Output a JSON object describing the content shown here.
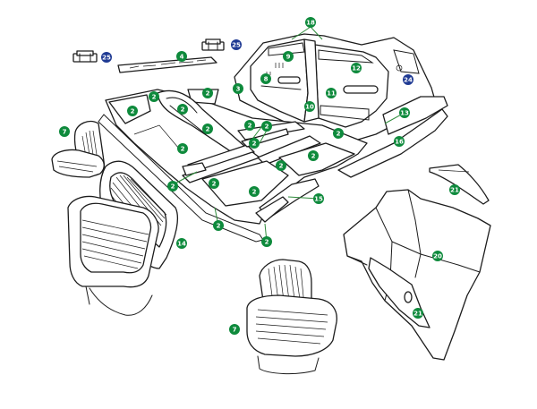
{
  "colors": {
    "green_callout": "#0e8a3c",
    "blue_callout": "#1f3a93",
    "outline": "#1c1c1c"
  },
  "callouts": [
    {
      "id": "c18",
      "label": "18",
      "color": "green"
    },
    {
      "id": "c25a",
      "label": "25",
      "color": "blue"
    },
    {
      "id": "c25b",
      "label": "25",
      "color": "blue"
    },
    {
      "id": "c4",
      "label": "4",
      "color": "green"
    },
    {
      "id": "c9",
      "label": "9",
      "color": "green"
    },
    {
      "id": "c8",
      "label": "8",
      "color": "green"
    },
    {
      "id": "c3",
      "label": "3",
      "color": "green"
    },
    {
      "id": "c12",
      "label": "12",
      "color": "green"
    },
    {
      "id": "c24",
      "label": "24",
      "color": "blue"
    },
    {
      "id": "c11",
      "label": "11",
      "color": "green"
    },
    {
      "id": "c10",
      "label": "10",
      "color": "green"
    },
    {
      "id": "c13",
      "label": "13",
      "color": "green"
    },
    {
      "id": "c16",
      "label": "16",
      "color": "green"
    },
    {
      "id": "c2a",
      "label": "2",
      "color": "green"
    },
    {
      "id": "c2b",
      "label": "2",
      "color": "green"
    },
    {
      "id": "c2c",
      "label": "2",
      "color": "green"
    },
    {
      "id": "c2d",
      "label": "2",
      "color": "green"
    },
    {
      "id": "c2e",
      "label": "2",
      "color": "green"
    },
    {
      "id": "c2f",
      "label": "2",
      "color": "green"
    },
    {
      "id": "c2g",
      "label": "2",
      "color": "green"
    },
    {
      "id": "c2h",
      "label": "2",
      "color": "green"
    },
    {
      "id": "c2i",
      "label": "2",
      "color": "green"
    },
    {
      "id": "c2j",
      "label": "2",
      "color": "green"
    },
    {
      "id": "c2k",
      "label": "2",
      "color": "green"
    },
    {
      "id": "c2l",
      "label": "2",
      "color": "green"
    },
    {
      "id": "c2m",
      "label": "2",
      "color": "green"
    },
    {
      "id": "c2n",
      "label": "2",
      "color": "green"
    },
    {
      "id": "c2o",
      "label": "2",
      "color": "green"
    },
    {
      "id": "c2p",
      "label": "2",
      "color": "green"
    },
    {
      "id": "c2q",
      "label": "2",
      "color": "green"
    },
    {
      "id": "c7a",
      "label": "7",
      "color": "green"
    },
    {
      "id": "c7b",
      "label": "7",
      "color": "green"
    },
    {
      "id": "c14",
      "label": "14",
      "color": "green"
    },
    {
      "id": "c15",
      "label": "15",
      "color": "green"
    },
    {
      "id": "c21a",
      "label": "21",
      "color": "green"
    },
    {
      "id": "c21b",
      "label": "21",
      "color": "green"
    },
    {
      "id": "c20",
      "label": "20",
      "color": "green"
    }
  ]
}
